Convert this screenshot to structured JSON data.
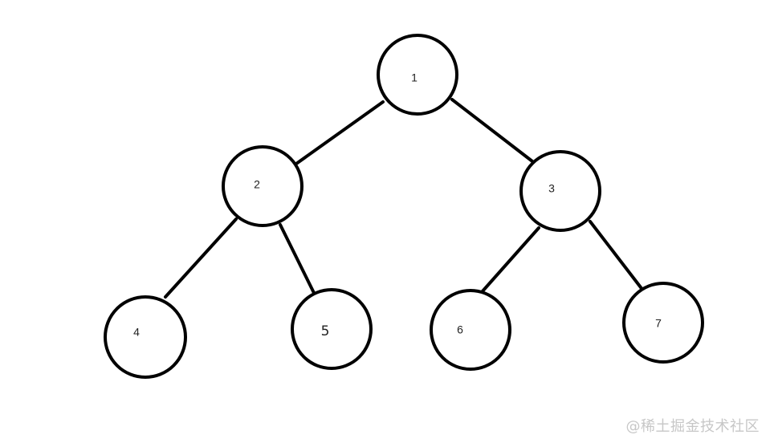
{
  "tree": {
    "nodes": [
      {
        "id": "1",
        "label": "1"
      },
      {
        "id": "2",
        "label": "2"
      },
      {
        "id": "3",
        "label": "3"
      },
      {
        "id": "4",
        "label": "4"
      },
      {
        "id": "5",
        "label": "5"
      },
      {
        "id": "6",
        "label": "6"
      },
      {
        "id": "7",
        "label": "7"
      }
    ],
    "edges": [
      {
        "from": "1",
        "to": "2"
      },
      {
        "from": "1",
        "to": "3"
      },
      {
        "from": "2",
        "to": "4"
      },
      {
        "from": "2",
        "to": "5"
      },
      {
        "from": "3",
        "to": "6"
      },
      {
        "from": "3",
        "to": "7"
      }
    ]
  },
  "watermark": "@稀土掘金技术社区",
  "colors": {
    "stroke": "#000000",
    "background": "#ffffff",
    "watermark": "#c7c7c7"
  }
}
